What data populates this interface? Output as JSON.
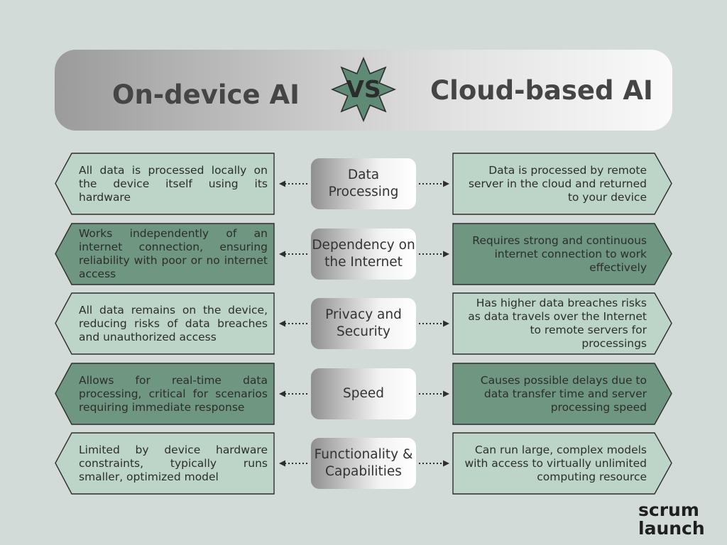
{
  "header": {
    "left_title": "On-device AI",
    "vs": "VS",
    "right_title": "Cloud-based AI"
  },
  "rows": [
    {
      "category": "Data Processing",
      "left": "All data is processed locally on the device itself using its hardware",
      "right": "Data is processed by remote server in the cloud and returned to your device",
      "shade": "light"
    },
    {
      "category": "Dependency on the Internet",
      "left": "Works independently of an internet connection, ensuring reliability with poor or no internet access",
      "right": "Requires strong and continuous internet connection to work effectively",
      "shade": "dark"
    },
    {
      "category": "Privacy and Security",
      "left": "All data remains on the device, reducing risks of data breaches and unauthorized access",
      "right": "Has higher data breaches risks as data travels over the Internet to remote servers for processings",
      "shade": "light"
    },
    {
      "category": "Speed",
      "left": "Allows for real-time data processing,  critical for scenarios requiring immediate response",
      "right": "Causes possible delays due to data transfer time and server processing speed",
      "shade": "dark"
    },
    {
      "category": "Functionality & Capabilities",
      "left": "Limited by device hardware constraints, typically runs smaller, optimized model",
      "right": "Can run large, complex models with access to virtually unlimited computing resource",
      "shade": "light"
    }
  ],
  "logo": {
    "line1": "scrum",
    "line2": "launch"
  },
  "colors": {
    "background": "#d3dbd8",
    "box_light": "#bcd5c8",
    "box_dark": "#6e9680",
    "badge": "#5f8b76"
  }
}
